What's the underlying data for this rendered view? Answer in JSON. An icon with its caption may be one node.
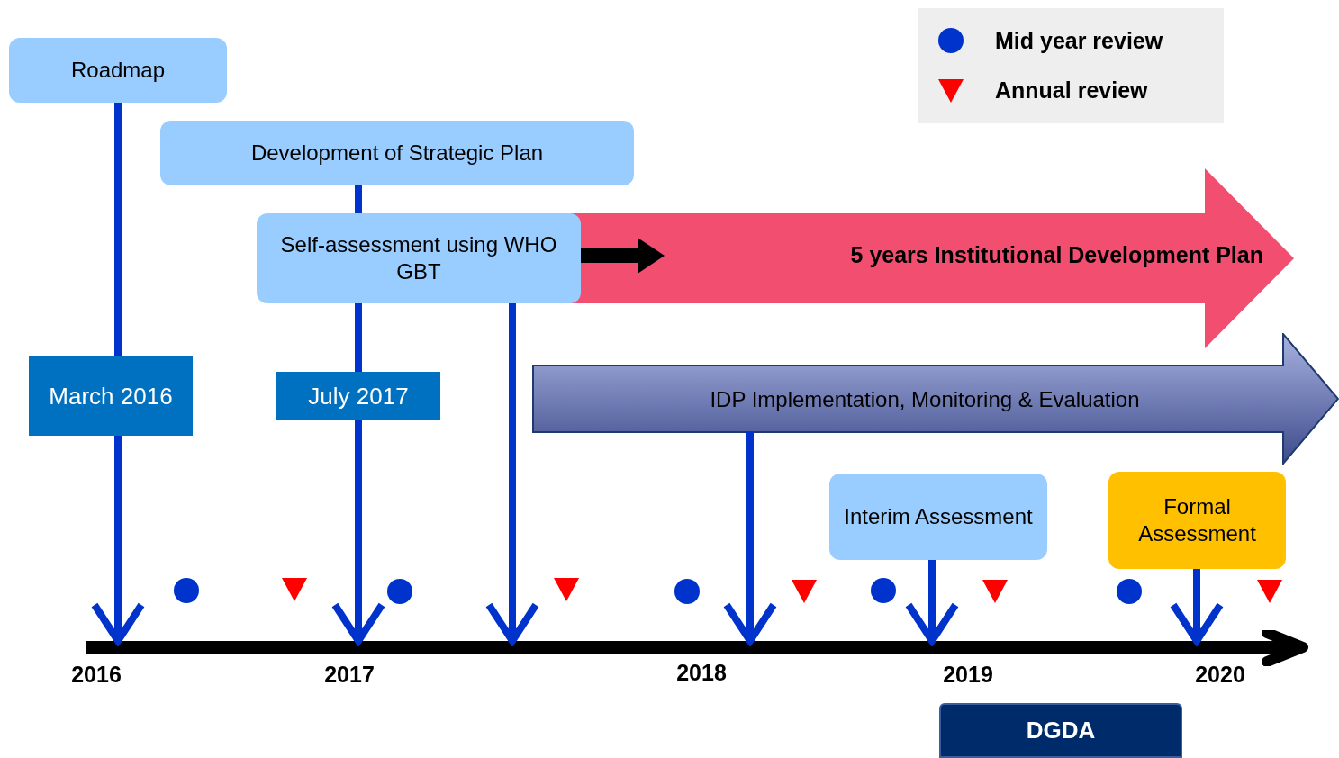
{
  "diagram": {
    "nodes": [
      {
        "text": [
          "Roadmap"
        ]
      },
      {
        "text": [
          "Development of Strategic Plan"
        ]
      },
      {
        "text": [
          "Self-assessment using WHO GBT"
        ]
      },
      {
        "text": [
          "5 years Institutional Development Plan"
        ]
      },
      {
        "text": [
          "March 2016"
        ]
      },
      {
        "text": [
          "July 2017"
        ]
      },
      {
        "text": [
          "IDP Implementation, Monitoring & Evaluation"
        ]
      },
      {
        "text": [
          "Interim Assessment"
        ]
      },
      {
        "text": [
          "Formal Assessment"
        ]
      },
      {
        "text": [],
        "shape": "bar"
      },
      {
        "text": [
          "DGDA"
        ]
      }
    ],
    "edges": [
      {
        "from": 0,
        "to": 4,
        "arrow": "none"
      },
      {
        "from": 4,
        "to": 9,
        "arrow": "to"
      },
      {
        "from": 1,
        "to": 2,
        "arrow": "none"
      },
      {
        "from": 2,
        "to": 5,
        "arrow": "none"
      },
      {
        "from": 5,
        "to": 9,
        "arrow": "to"
      },
      {
        "from": 2,
        "to": 9,
        "arrow": "to"
      },
      {
        "from": 2,
        "to": 3,
        "arrow": "to",
        "style": "thick",
        "color": "#000000"
      },
      {
        "from": 6,
        "to": 9,
        "arrow": "to"
      },
      {
        "from": 7,
        "to": 9,
        "arrow": "to"
      },
      {
        "from": 8,
        "to": 9,
        "arrow": "to"
      }
    ],
    "labels": [
      "2016",
      "2017",
      "2018",
      "2019",
      "2020"
    ],
    "legend": [
      {
        "text": "Mid year review"
      },
      {
        "text": "Annual review"
      }
    ]
  }
}
